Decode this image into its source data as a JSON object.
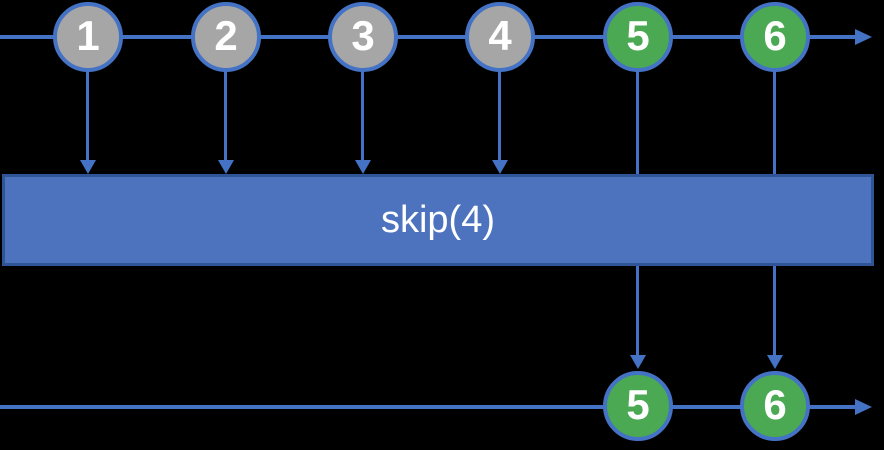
{
  "diagram": {
    "operator_label": "skip(4)",
    "source_stream": {
      "items": [
        {
          "label": "1",
          "state": "skipped"
        },
        {
          "label": "2",
          "state": "skipped"
        },
        {
          "label": "3",
          "state": "skipped"
        },
        {
          "label": "4",
          "state": "skipped"
        },
        {
          "label": "5",
          "state": "passed"
        },
        {
          "label": "6",
          "state": "passed"
        }
      ]
    },
    "output_stream": {
      "items": [
        {
          "label": "5",
          "state": "passed"
        },
        {
          "label": "6",
          "state": "passed"
        }
      ]
    },
    "colors": {
      "background": "#000000",
      "line": "#4472C4",
      "circle_border": "#4472C4",
      "skipped_fill": "#A6A6A6",
      "passed_fill": "#4AA952",
      "box_fill": "#4D73BE",
      "box_border": "#2F5597",
      "text": "#FFFFFF"
    }
  }
}
